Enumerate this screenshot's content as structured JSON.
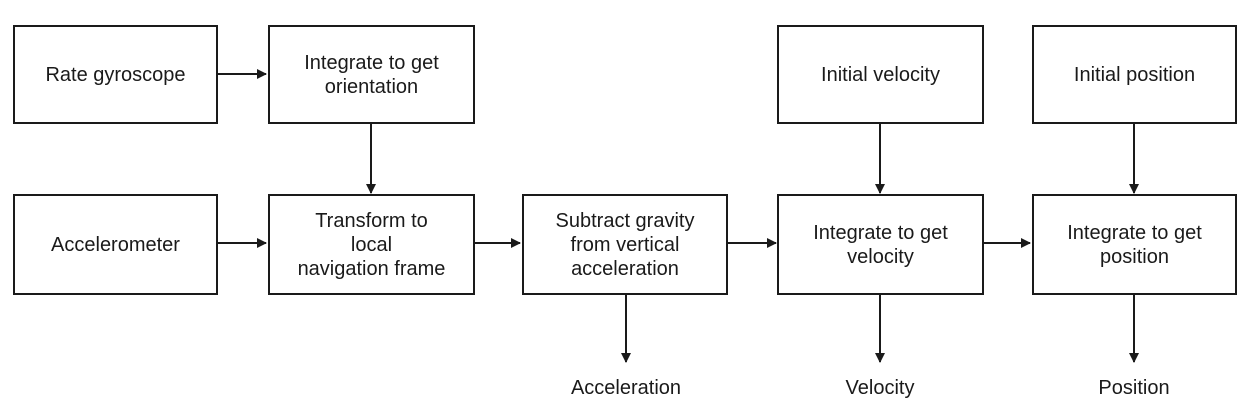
{
  "boxes": {
    "rate_gyroscope": "Rate gyroscope",
    "integrate_orientation": "Integrate to get\norientation",
    "initial_velocity": "Initial velocity",
    "initial_position": "Initial position",
    "accelerometer": "Accelerometer",
    "transform_frame": "Transform to\nlocal\nnavigation frame",
    "subtract_gravity": "Subtract gravity\nfrom vertical\nacceleration",
    "integrate_velocity": "Integrate to get\nvelocity",
    "integrate_position": "Integrate to get\nposition"
  },
  "outputs": {
    "acceleration": "Acceleration",
    "velocity": "Velocity",
    "position": "Position"
  },
  "colors": {
    "stroke": "#1a1a1a",
    "background": "#ffffff"
  }
}
